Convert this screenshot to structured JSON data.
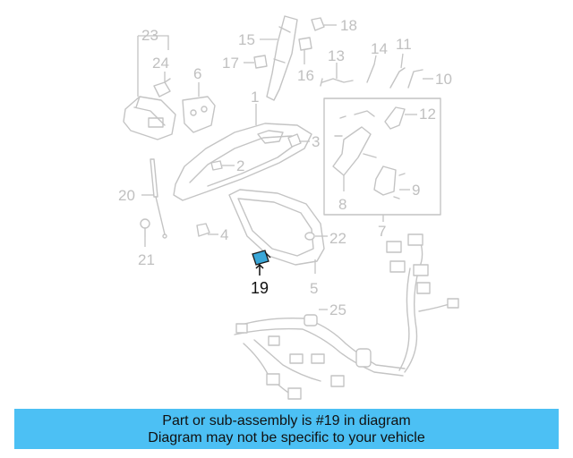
{
  "callouts": {
    "c1": "1",
    "c2": "2",
    "c3": "3",
    "c4": "4",
    "c5": "5",
    "c6": "6",
    "c7": "7",
    "c8": "8",
    "c9": "9",
    "c10": "10",
    "c11": "11",
    "c12": "12",
    "c13": "13",
    "c14": "14",
    "c15": "15",
    "c16": "16",
    "c17": "17",
    "c18": "18",
    "c19": "19",
    "c20": "20",
    "c21": "21",
    "c22": "22",
    "c23": "23",
    "c24": "24",
    "c25": "25"
  },
  "highlight": {
    "part_number": "19",
    "color": "#3aa7d8"
  },
  "banner": {
    "line1": "Part or sub-assembly is #19 in diagram",
    "line2": "Diagram may not be specific to your vehicle",
    "background": "#4cc0f4"
  }
}
